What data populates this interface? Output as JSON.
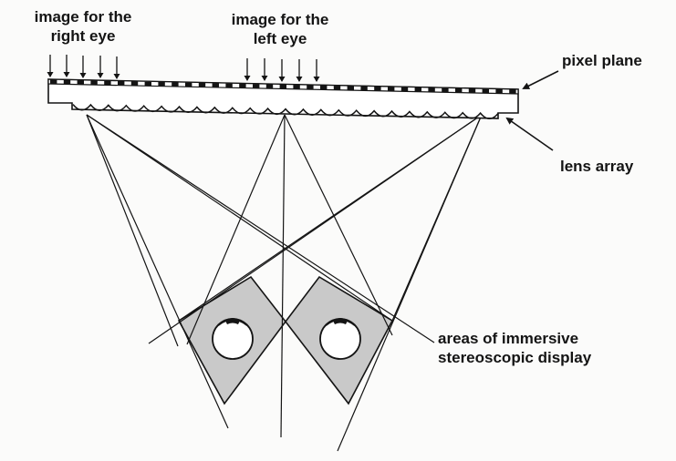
{
  "labels": {
    "right_eye_image": [
      "image for the",
      "right eye"
    ],
    "left_eye_image": [
      "image for the",
      "left eye"
    ],
    "pixel_plane": "pixel plane",
    "lens_array": "lens array",
    "immersive_areas": [
      "areas of immersive",
      "stereoscopic display"
    ]
  },
  "colors": {
    "ink": "#141414",
    "zone_fill": "#c9c9c9",
    "background": "#fbfbfa"
  },
  "icons": {
    "eye": "eye-icon",
    "arrow": "arrow-icon"
  }
}
